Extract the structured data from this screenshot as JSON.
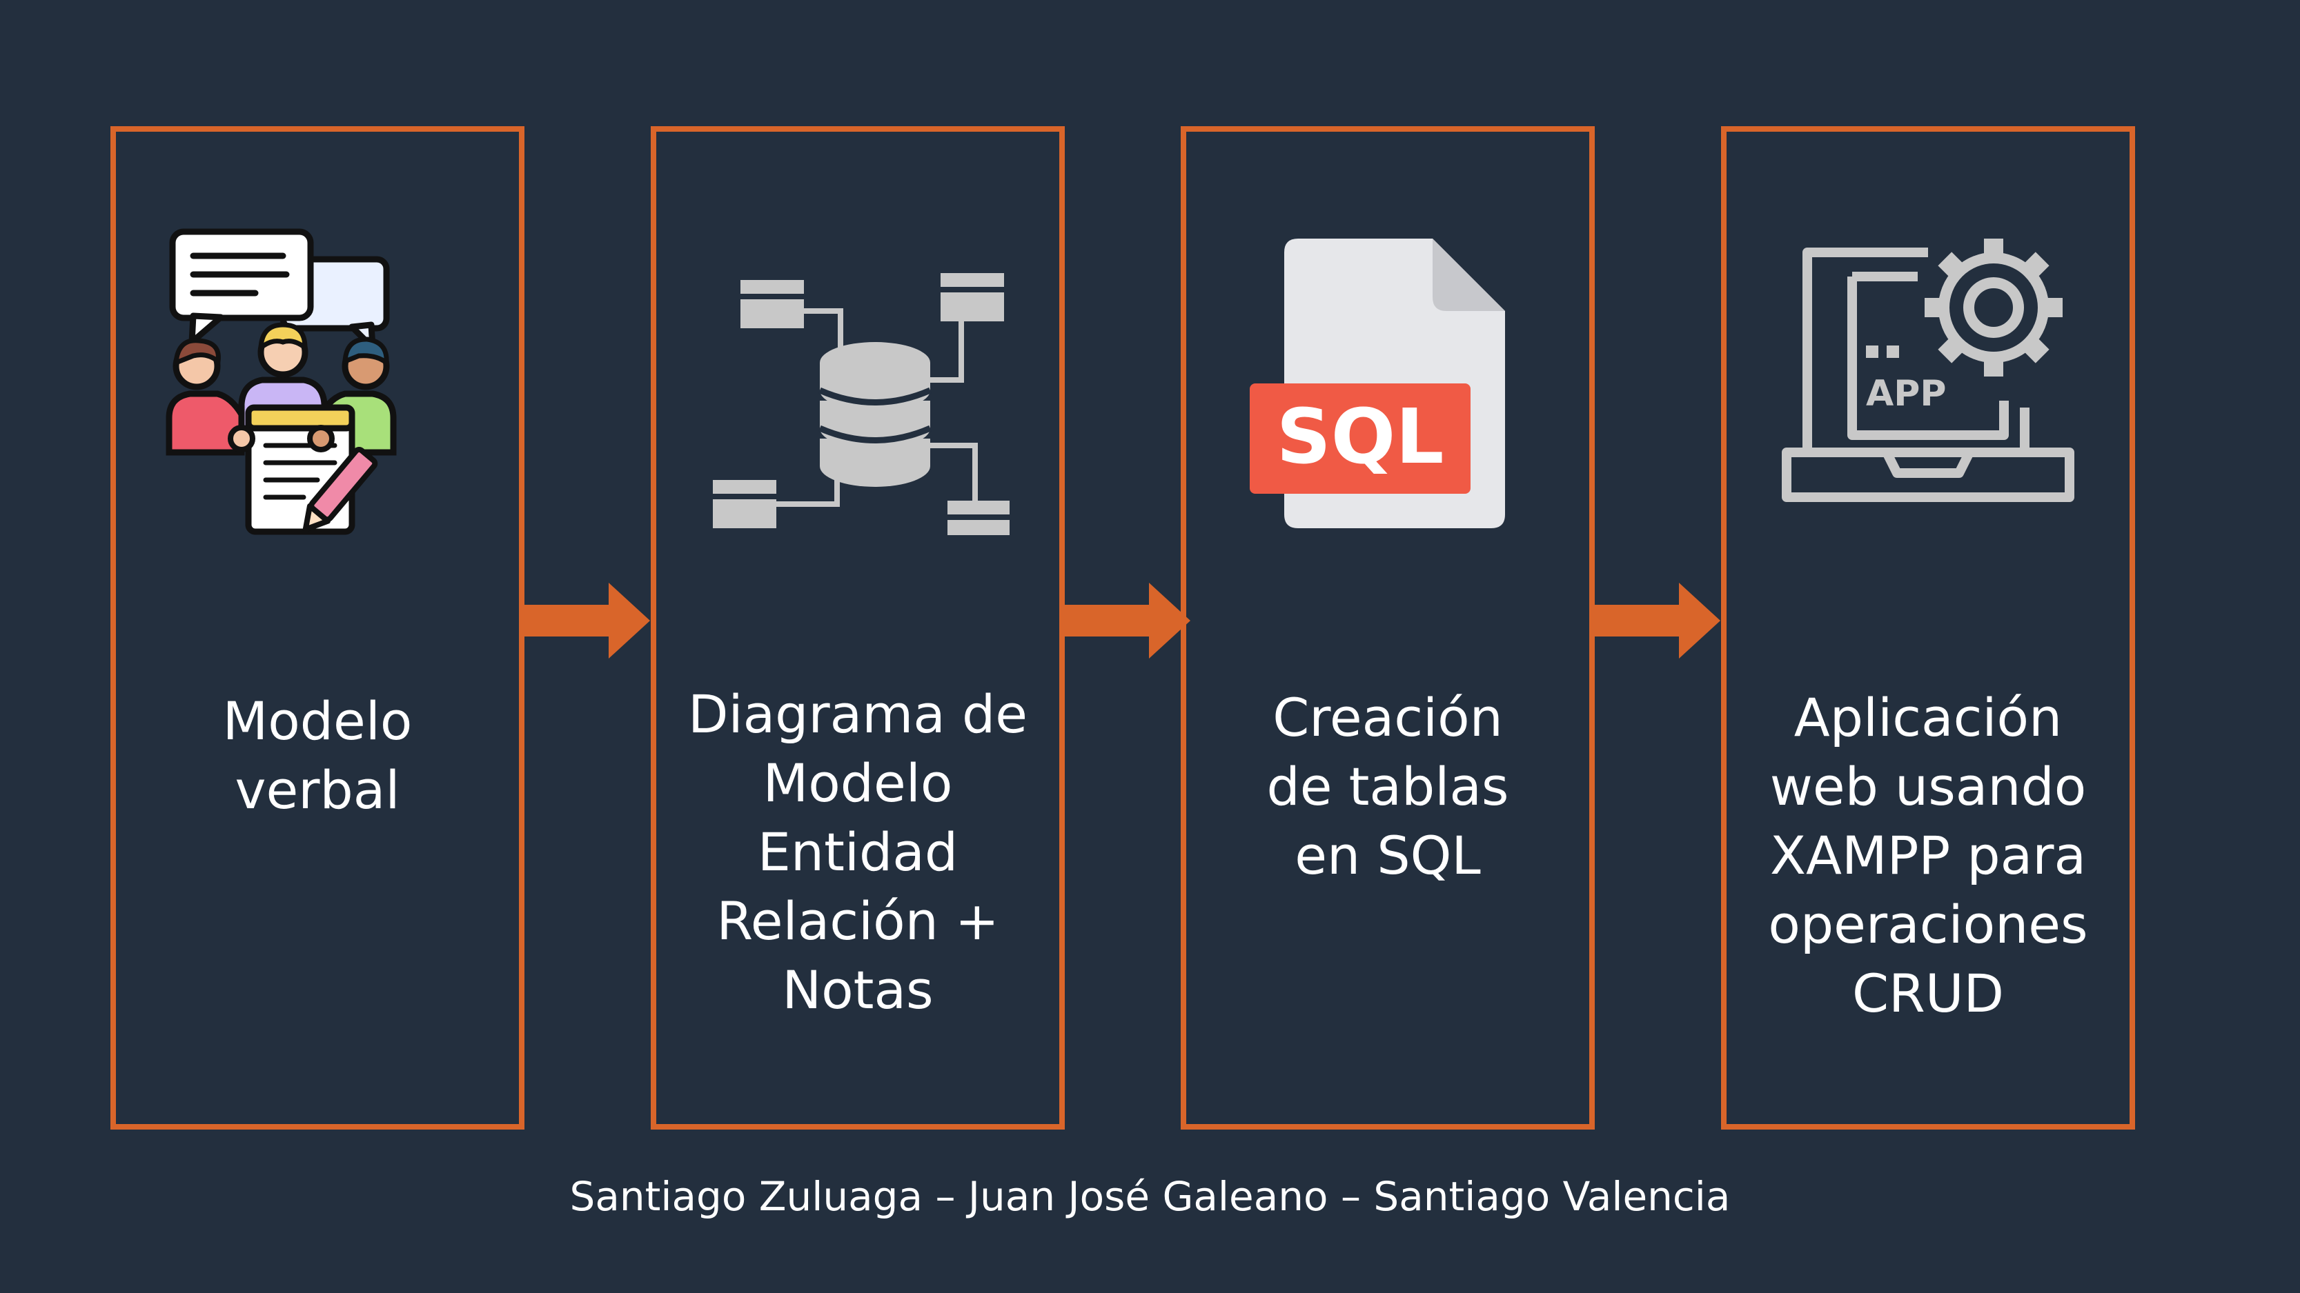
{
  "colors": {
    "background": "#232F3E",
    "accent": "#D9652A",
    "text": "#FFFFFF",
    "icon_gray": "#C8C8C8",
    "sql_badge": "#E94E3D"
  },
  "steps": [
    {
      "label": "Modelo\nverbal",
      "icon": "team-meeting-icon"
    },
    {
      "label": "Diagrama de\nModelo\nEntidad\nRelación +\nNotas",
      "icon": "database-diagram-icon"
    },
    {
      "label": "Creación\nde tablas\nen SQL",
      "icon": "sql-file-icon",
      "icon_text": "SQL"
    },
    {
      "label": "Aplicación\nweb usando\nXAMPP para\noperaciones\nCRUD",
      "icon": "app-settings-laptop-icon",
      "icon_text": "APP"
    }
  ],
  "footer": {
    "authors": "Santiago Zuluaga – Juan José Galeano – Santiago Valencia"
  }
}
